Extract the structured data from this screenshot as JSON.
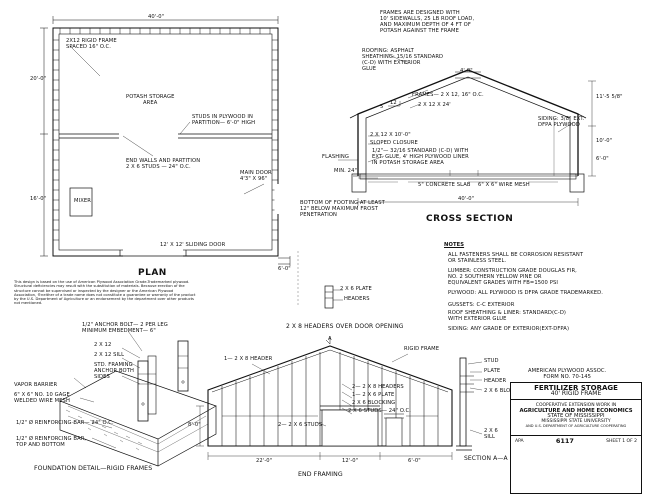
{
  "plan": {
    "title": "PLAN",
    "dim_top": "40'-0\"",
    "dim_left_upper": "20'-0\"",
    "dim_left_lower": "16'-0\"",
    "dim_bottom": "6'-0\"",
    "rigid_frame": "2x12 RIGID FRAME\nSPACED 16\" O.C.",
    "storage_area": "POTASH STORAGE\nAREA",
    "studs_partition": "STUDS IN PLYWOOD IN\nPARTITION— 6'-0\" HIGH",
    "end_walls": "END WALLS AND PARTITION\n2 x 6 STUDS — 24\" O.C.",
    "main_door": "MAIN DOOR\n4'3\" x 96\"",
    "mixer": "MIXER",
    "sliding_door": "12' x 12' SLIDING DOOR"
  },
  "cross_section": {
    "title": "CROSS SECTION",
    "frames_note": "FRAMES ARE DESIGNED WITH\n10' SIDEWALLS, 25 LB ROOF LOAD,\nAND MAXIMUM DEPTH OF 4 FT OF\nPOTASH AGAINST THE FRAME",
    "roofing": "ROOFING: ASPHALT\nSHEATHING: 15/16 STANDARD\n(C-D) WITH EXTERIOR\nGLUE",
    "ridge_dim": "4'-0\"",
    "slope_12": "12",
    "slope_5": "5",
    "frames": "FRAMES— 2 x 12, 16\" O.C.",
    "rafter": "2 x 12 x 24'",
    "post": "2 x 12 x 10'-0\"",
    "sloped_closure": "SLOPED CLOSURE",
    "siding": "SIDING: 3/8\" EXT.\nDFPA PLYWOOD",
    "plywood_inner": "1/2\"— 32/16 STANDARD (C-D) WITH\nEXT. GLUE, 4' HIGH PLYWOOD LINER\nIN POTASH STORAGE AREA",
    "flashing": "FLASHING",
    "height_right": "10'-0\"",
    "height_lower": "6'-0\"",
    "height_upper": "11'-5 5/8\"",
    "min_24": "MIN. 24\"",
    "slab": "5\" CONCRETE SLAB",
    "wire_mesh": "6\" x 6\" WIRE MESH",
    "span": "40'-0\"",
    "footing": "BOTTOM OF FOOTING AT LEAST\n12\" BELOW MAXIMUM FROST\nPENETRATION"
  },
  "notes": {
    "heading": "NOTES",
    "fasteners": "ALL FASTENERS SHALL BE CORROSION RESISTANT\nOR STAINLESS STEEL.",
    "lumber": "LUMBER: CONSTRUCTION GRADE DOUGLAS FIR,\nNO. 2 SOUTHERN YELLOW PINE OR\nEQUIVALENT GRADES WITH Fb=1500 PSI",
    "plywood": "PLYWOOD: ALL PLYWOOD IS DFPA GRADE TRADEMARKED.",
    "gussets": "GUSSETS: C-C EXTERIOR",
    "roof_sheathing": "ROOF SHEATHING & LINER: STANDARD(C-D)\nWITH EXTERIOR GLUE",
    "siding": "SIDING: ANY GRADE OF EXTERIOR(EXT-DFPA)"
  },
  "disclaimer": "This design is based on the use of American Plywood Association Grade-Trademarked plywood. Structural deficiencies may result with the substitution of materials. Because erection of the structure cannot be supervised or inspected by the designer or the American Plywood Association, ®neither of a trade name does not constitute a guarantee or warranty of the product by the U.S. Department of Agriculture or an endorsement by the department over other products not mentioned.",
  "headers_detail": {
    "plate": "2 x 6 PLATE",
    "headers": "HEADERS",
    "title": "2 x 8 HEADERS OVER DOOR OPENING"
  },
  "foundation": {
    "title": "FOUNDATION DETAIL—RIGID FRAMES",
    "anchor": "1/2\" ANCHOR BOLT— 2 PER LEG\nMINIMUM EMBEDMENT— 6\"",
    "sill_12": "2 x 12",
    "sill_12_label": "2 x 12  SILL",
    "framing_anchor": "STD. FRAMING\nANCHOR BOTH\nSIDES",
    "vapor": "VAPOR BARRIER",
    "mesh": "6\" x 6\" NO. 10 GAGE\nWELDED WIRE MESH",
    "rebar_24": "1/2\" Ø REINFORCING BAR— 24\" O.C.",
    "rebar_tb": "1/2\" Ø REINFORCING BAR,\nTOP AND BOTTOM"
  },
  "end_framing": {
    "title": "END FRAMING",
    "header": "1— 2 x 8 HEADER",
    "a_mark": "A",
    "rigid_frame": "RIGID FRAME",
    "headers_2x8": "2— 2 x 8 HEADERS",
    "plate_2x6": "1— 2 x 6 PLATE",
    "blocking": "2 x 6 BLOCKING",
    "studs_top": "2 x 6 STUDS— 24\" O.C.",
    "studs_bottom": "2— 2 x 6 STUDS",
    "dim_1": "22'-0\"",
    "dim_2": "12'-0\"",
    "dim_3": "6'-0\"",
    "height": "8'-0\""
  },
  "section_aa": {
    "title": "SECTION A—A",
    "stud": "STUD",
    "plate": "PLATE",
    "header": "HEADER",
    "blocking": "2 x 6 BLOCKING",
    "sill": "2 x 6\nSILL"
  },
  "title_block": {
    "assoc": "AMERICAN PLYWOOD ASSOC.\nFORM NO. 70-145",
    "name": "FERTILIZER STORAGE",
    "sub": "40' RIGID FRAME",
    "coop": "COOPERATIVE EXTENSION WORK IN",
    "agri": "AGRICULTURE AND HOME ECONOMICS",
    "state": "STATE OF MISSISSIPPI",
    "univ": "MISSISSIPPI STATE UNIVERSITY",
    "usda": "AND U.S. DEPARTMENT OF AGRICULTURE COOPERATING",
    "apa": "APA",
    "plan_no": "6117",
    "sheet": "SHEET 1 OF 2"
  }
}
